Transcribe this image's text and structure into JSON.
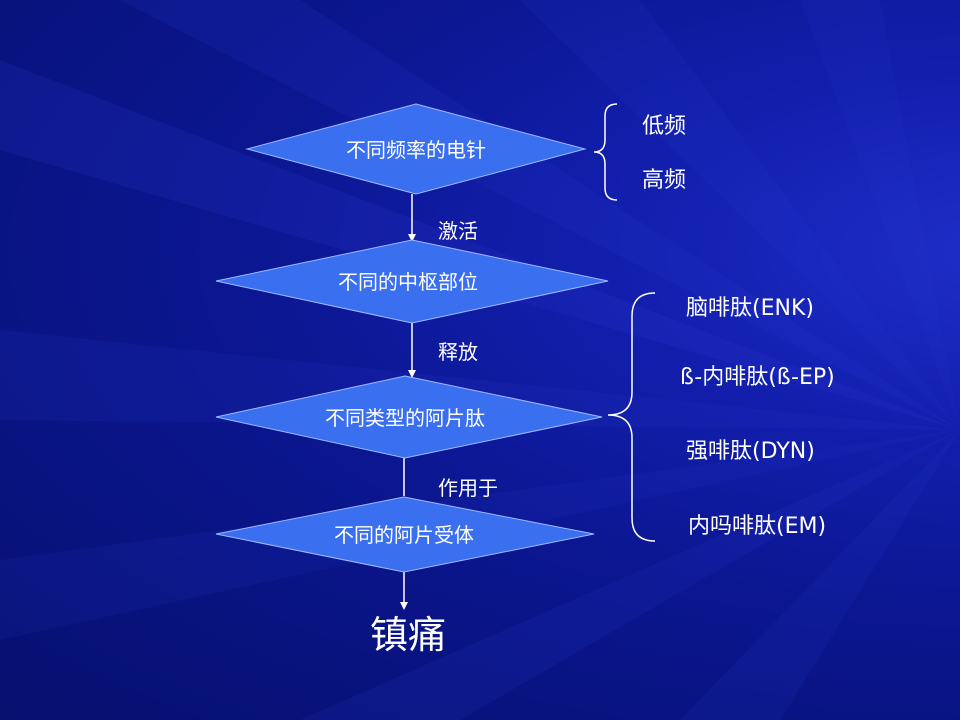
{
  "colors": {
    "diamond_fill": "#3a6ff0",
    "diamond_stroke": "#9fb8ff",
    "line": "#ffffff",
    "text": "#ffffff"
  },
  "nodes": [
    {
      "label": "不同频率的电针"
    },
    {
      "label": "不同的中枢部位"
    },
    {
      "label": "不同类型的阿片肽"
    },
    {
      "label": "不同的阿片受体"
    }
  ],
  "edges": [
    {
      "label": "激活"
    },
    {
      "label": "释放"
    },
    {
      "label": "作用于"
    }
  ],
  "result": {
    "label": "镇痛"
  },
  "frequency_group": {
    "items": [
      "低频",
      "高频"
    ]
  },
  "peptide_group": {
    "items": [
      "脑啡肽(ENK)",
      "ß-内啡肽(ß-EP)",
      "强啡肽(DYN)",
      "内吗啡肽(EM)"
    ]
  }
}
